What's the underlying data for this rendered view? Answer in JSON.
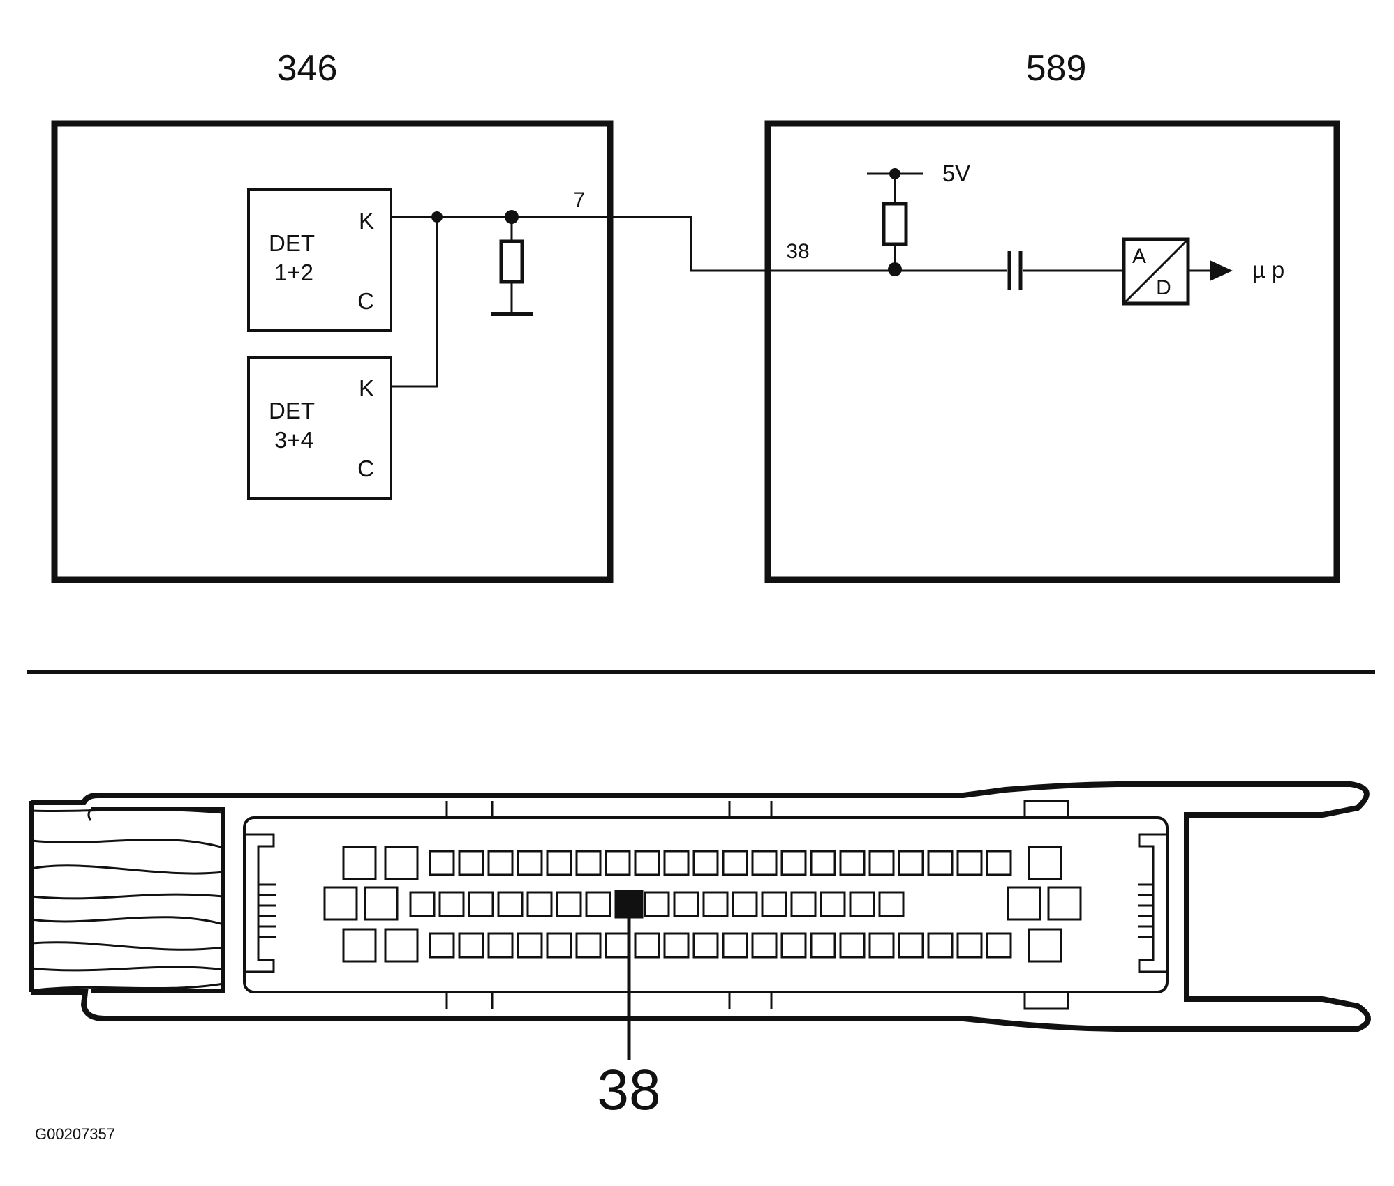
{
  "top": {
    "module_left_id": "346",
    "module_right_id": "589",
    "det_a": {
      "name": "DET",
      "cyl": "1+2",
      "k": "K",
      "c": "C"
    },
    "det_b": {
      "name": "DET",
      "cyl": "3+4",
      "k": "K",
      "c": "C"
    },
    "pin_left": "7",
    "pin_right": "38",
    "supply": "5V",
    "adc_a": "A",
    "adc_d": "D",
    "output": "µ p"
  },
  "bottom": {
    "callout_pin": "38"
  },
  "figure_code": "G00207357"
}
